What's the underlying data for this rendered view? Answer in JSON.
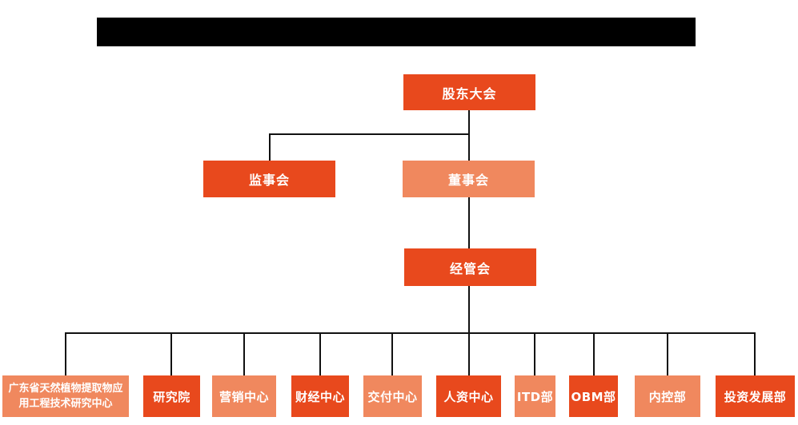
{
  "colors": {
    "primary_orange": "#E8491D",
    "light_orange": "#F0885E",
    "connector_black": "#111111",
    "redaction_black": "#000000",
    "background": "#FFFFFF",
    "box_text_white": "#FFFFFF"
  },
  "header": {
    "redacted": true,
    "visible_text": ""
  },
  "org_chart": {
    "shareholders": {
      "label": "股东大会"
    },
    "supervisors": {
      "label": "监事会"
    },
    "directors": {
      "label": "董事会"
    },
    "management": {
      "label": "经管会"
    },
    "departments": [
      {
        "label": "广东省天然植物提取物应用工程技术研究中心",
        "variant": "light"
      },
      {
        "label": "研究院",
        "variant": "dark"
      },
      {
        "label": "营销中心",
        "variant": "light"
      },
      {
        "label": "财经中心",
        "variant": "dark"
      },
      {
        "label": "交付中心",
        "variant": "light"
      },
      {
        "label": "人资中心",
        "variant": "dark"
      },
      {
        "label": "ITD部",
        "variant": "light"
      },
      {
        "label": "OBM部",
        "variant": "dark"
      },
      {
        "label": "内控部",
        "variant": "light"
      },
      {
        "label": "投资发展部",
        "variant": "dark"
      }
    ]
  }
}
